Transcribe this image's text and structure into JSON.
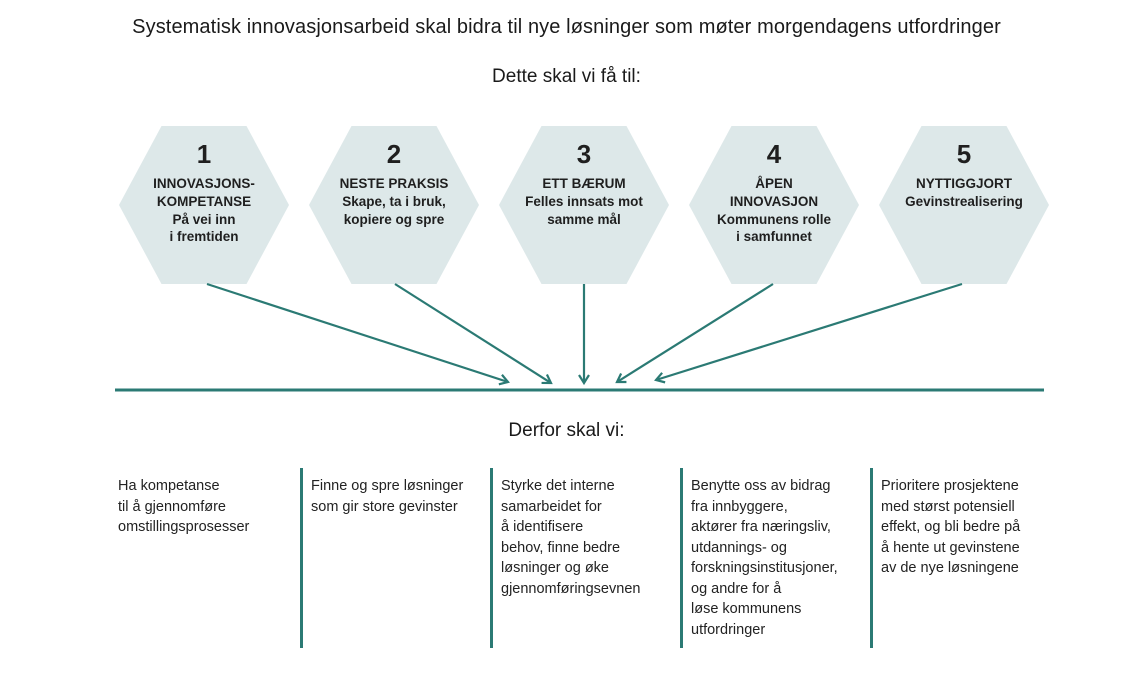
{
  "colors": {
    "teal_accent": "#2b7a74",
    "hexagon_fill": "#dde8e9",
    "text_dark": "#1f1f1f"
  },
  "header": {
    "title": "Systematisk innovasjonsarbeid skal bidra til nye løsninger som møter morgendagens utfordringer"
  },
  "goals_section": {
    "heading": "Dette skal vi få til:"
  },
  "hexagons": [
    {
      "number": "1",
      "title": "INNOVASJONS-\nKOMPETANSE",
      "subtitle": "På vei inn\ni fremtiden"
    },
    {
      "number": "2",
      "title": "NESTE PRAKSIS",
      "subtitle": "Skape, ta i bruk,\nkopiere og spre"
    },
    {
      "number": "3",
      "title": "ETT BÆRUM",
      "subtitle": "Felles innsats mot\nsamme mål"
    },
    {
      "number": "4",
      "title": "ÅPEN\nINNOVASJON",
      "subtitle": "Kommunens rolle\ni samfunnet"
    },
    {
      "number": "5",
      "title": "NYTTIGGJORT",
      "subtitle": "Gevinstrealisering"
    }
  ],
  "actions_section": {
    "heading": "Derfor skal vi:",
    "columns": [
      "Ha kompetanse\ntil å gjennomføre\nomstillingsprosesser",
      "Finne og spre løsninger\nsom gir store gevinster",
      "Styrke det interne\nsamarbeidet for\nå identifisere\nbehov, finne bedre\nløsninger og øke\ngjennomføringsevnen",
      "Benytte oss av bidrag\nfra innbyggere,\naktører fra næringsliv,\nutdannings- og\nforskningsinstitusjoner,\nog andre for å\nløse kommunens\nutfordringer",
      "Prioritere prosjektene\nmed størst potensiell\neffekt, og bli bedre på\nå hente ut gevinstene\nav de nye løsningene"
    ]
  }
}
